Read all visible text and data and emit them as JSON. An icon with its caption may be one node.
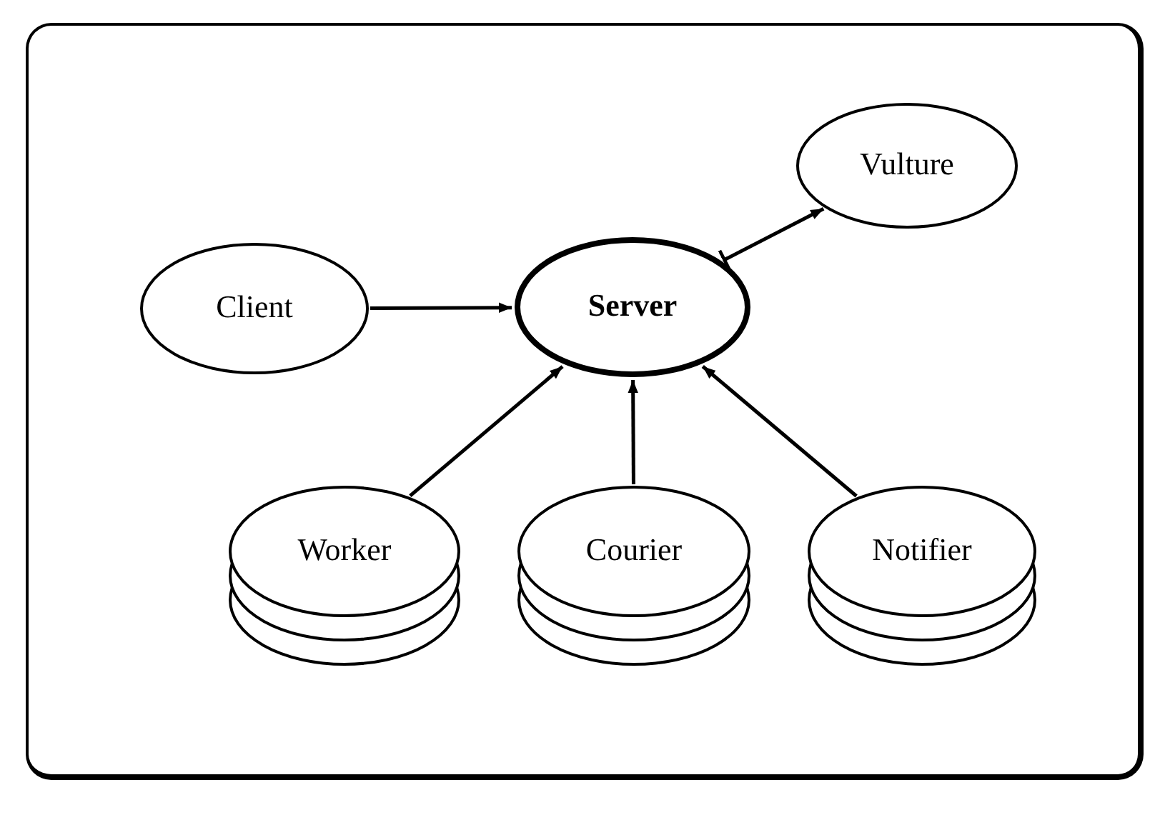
{
  "diagram": {
    "nodes": [
      {
        "text": [
          "Client"
        ]
      },
      {
        "text": [
          "Server"
        ]
      },
      {
        "text": [
          "Vulture"
        ]
      },
      {
        "text": [
          "Worker"
        ]
      },
      {
        "text": [
          "Courier"
        ]
      },
      {
        "text": [
          "Notifier"
        ]
      }
    ],
    "edges": [
      {
        "from": 0,
        "to": 1,
        "arrow": "to"
      },
      {
        "from": 1,
        "to": 2,
        "arrow": "to"
      },
      {
        "from": 3,
        "to": 1,
        "arrow": "to"
      },
      {
        "from": 4,
        "to": 1,
        "arrow": "to"
      },
      {
        "from": 5,
        "to": 1,
        "arrow": "to"
      }
    ]
  }
}
